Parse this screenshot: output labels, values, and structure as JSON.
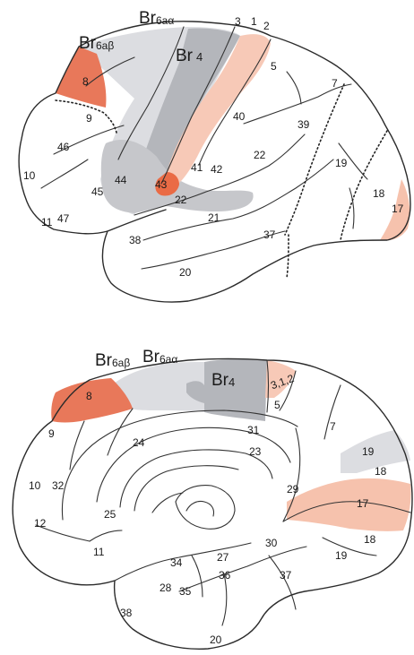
{
  "colors": {
    "area4": "#b4b6bb",
    "premotor": "#dcdde1",
    "area8": "#e8785a",
    "area43": "#ea6b45",
    "somatosensory": "#f7c9b7",
    "visual": "#f6c2ad",
    "broca": "#c6c7cb",
    "outline": "#2b2b2b"
  },
  "lateral_view": {
    "region_labels": {
      "br6ab_prefix": "Br",
      "br6ab_sub": "6aβ",
      "br6aa_prefix": "Br",
      "br6aa_sub": "6aα",
      "br4_prefix": "Br",
      "br4_sub": "4"
    },
    "area_numbers": {
      "a3": "3",
      "a1": "1",
      "a2": "2",
      "a5": "5",
      "a7": "7",
      "a8": "8",
      "a9": "9",
      "a40": "40",
      "a39": "39",
      "a46": "46",
      "a10": "10",
      "a44": "44",
      "a45": "45",
      "a43": "43",
      "a41": "41",
      "a42": "42",
      "a22a": "22",
      "a22b": "22",
      "a19": "19",
      "a18": "18",
      "a17": "17",
      "a11": "11",
      "a47": "47",
      "a21": "21",
      "a37": "37",
      "a38": "38",
      "a20": "20"
    }
  },
  "medial_view": {
    "region_labels": {
      "br6ab_prefix": "Br",
      "br6ab_sub": "6aβ",
      "br6aa_prefix": "Br",
      "br6aa_sub": "6aα",
      "br4_prefix": "Br",
      "br4_sub": "4"
    },
    "area_numbers": {
      "a312": "3,1,2",
      "a8": "8",
      "a5": "5",
      "a7": "7",
      "a9": "9",
      "a24": "24",
      "a31": "31",
      "a23": "23",
      "a19": "19",
      "a18a": "18",
      "a10": "10",
      "a32": "32",
      "a29": "29",
      "a17": "17",
      "a12": "12",
      "a25": "25",
      "a18b": "18",
      "a30": "30",
      "a19b": "19",
      "a11": "11",
      "a34": "34",
      "a27": "27",
      "a36": "36",
      "a37": "37",
      "a28": "28",
      "a35": "35",
      "a38": "38",
      "a20": "20"
    }
  }
}
